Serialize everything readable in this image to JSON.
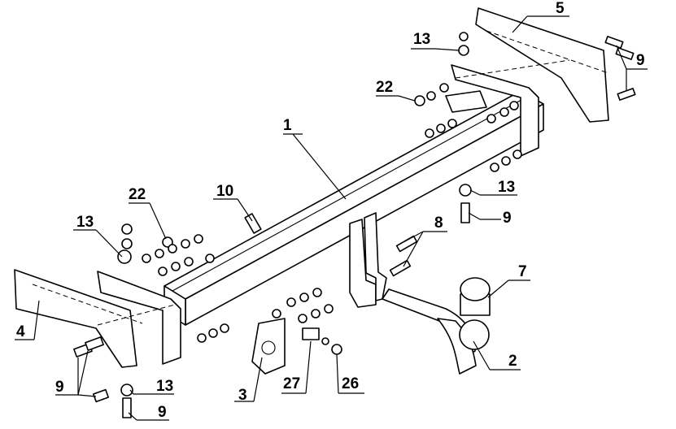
{
  "diagram": {
    "callouts": [
      {
        "id": "c1",
        "label": "1"
      },
      {
        "id": "c2",
        "label": "2"
      },
      {
        "id": "c3",
        "label": "3"
      },
      {
        "id": "c4",
        "label": "4"
      },
      {
        "id": "c5",
        "label": "5"
      },
      {
        "id": "c7",
        "label": "7"
      },
      {
        "id": "c8",
        "label": "8"
      },
      {
        "id": "c9a",
        "label": "9"
      },
      {
        "id": "c9b",
        "label": "9"
      },
      {
        "id": "c9c",
        "label": "9"
      },
      {
        "id": "c9d",
        "label": "9"
      },
      {
        "id": "c10",
        "label": "10"
      },
      {
        "id": "c13a",
        "label": "13"
      },
      {
        "id": "c13b",
        "label": "13"
      },
      {
        "id": "c13c",
        "label": "13"
      },
      {
        "id": "c13d",
        "label": "13"
      },
      {
        "id": "c22a",
        "label": "22"
      },
      {
        "id": "c22b",
        "label": "22"
      },
      {
        "id": "c26",
        "label": "26"
      },
      {
        "id": "c27",
        "label": "27"
      }
    ]
  }
}
